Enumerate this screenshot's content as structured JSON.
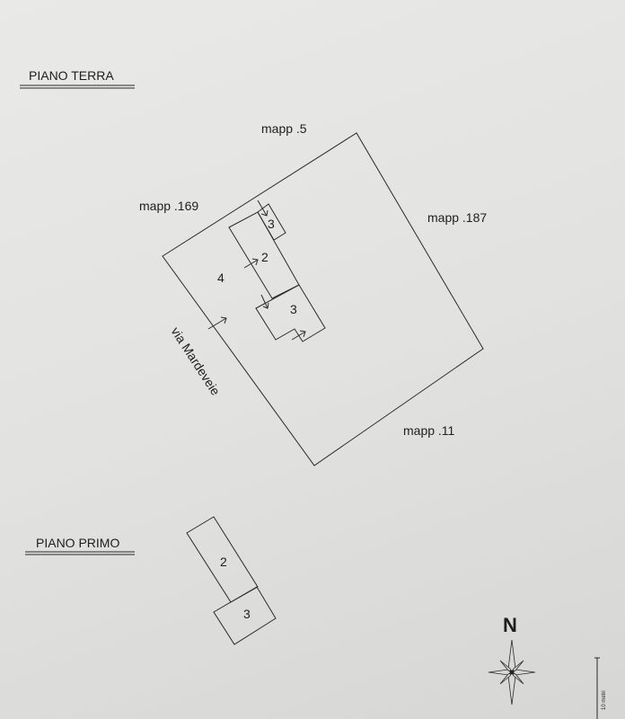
{
  "sections": {
    "ground_floor_title": "PIANO TERRA",
    "first_floor_title": "PIANO PRIMO"
  },
  "neighbors": {
    "north": "mapp .5",
    "west": "mapp .169",
    "east": "mapp .187",
    "south": "mapp .11"
  },
  "street": "via Mardeveie",
  "ground_floor_units": [
    "3",
    "2",
    "4",
    "3"
  ],
  "first_floor_units": [
    "2",
    "3"
  ],
  "compass_label": "N",
  "scale_label": "10 metri",
  "colors": {
    "line": "#2a2a2a",
    "paper": "#e4e4e2"
  }
}
